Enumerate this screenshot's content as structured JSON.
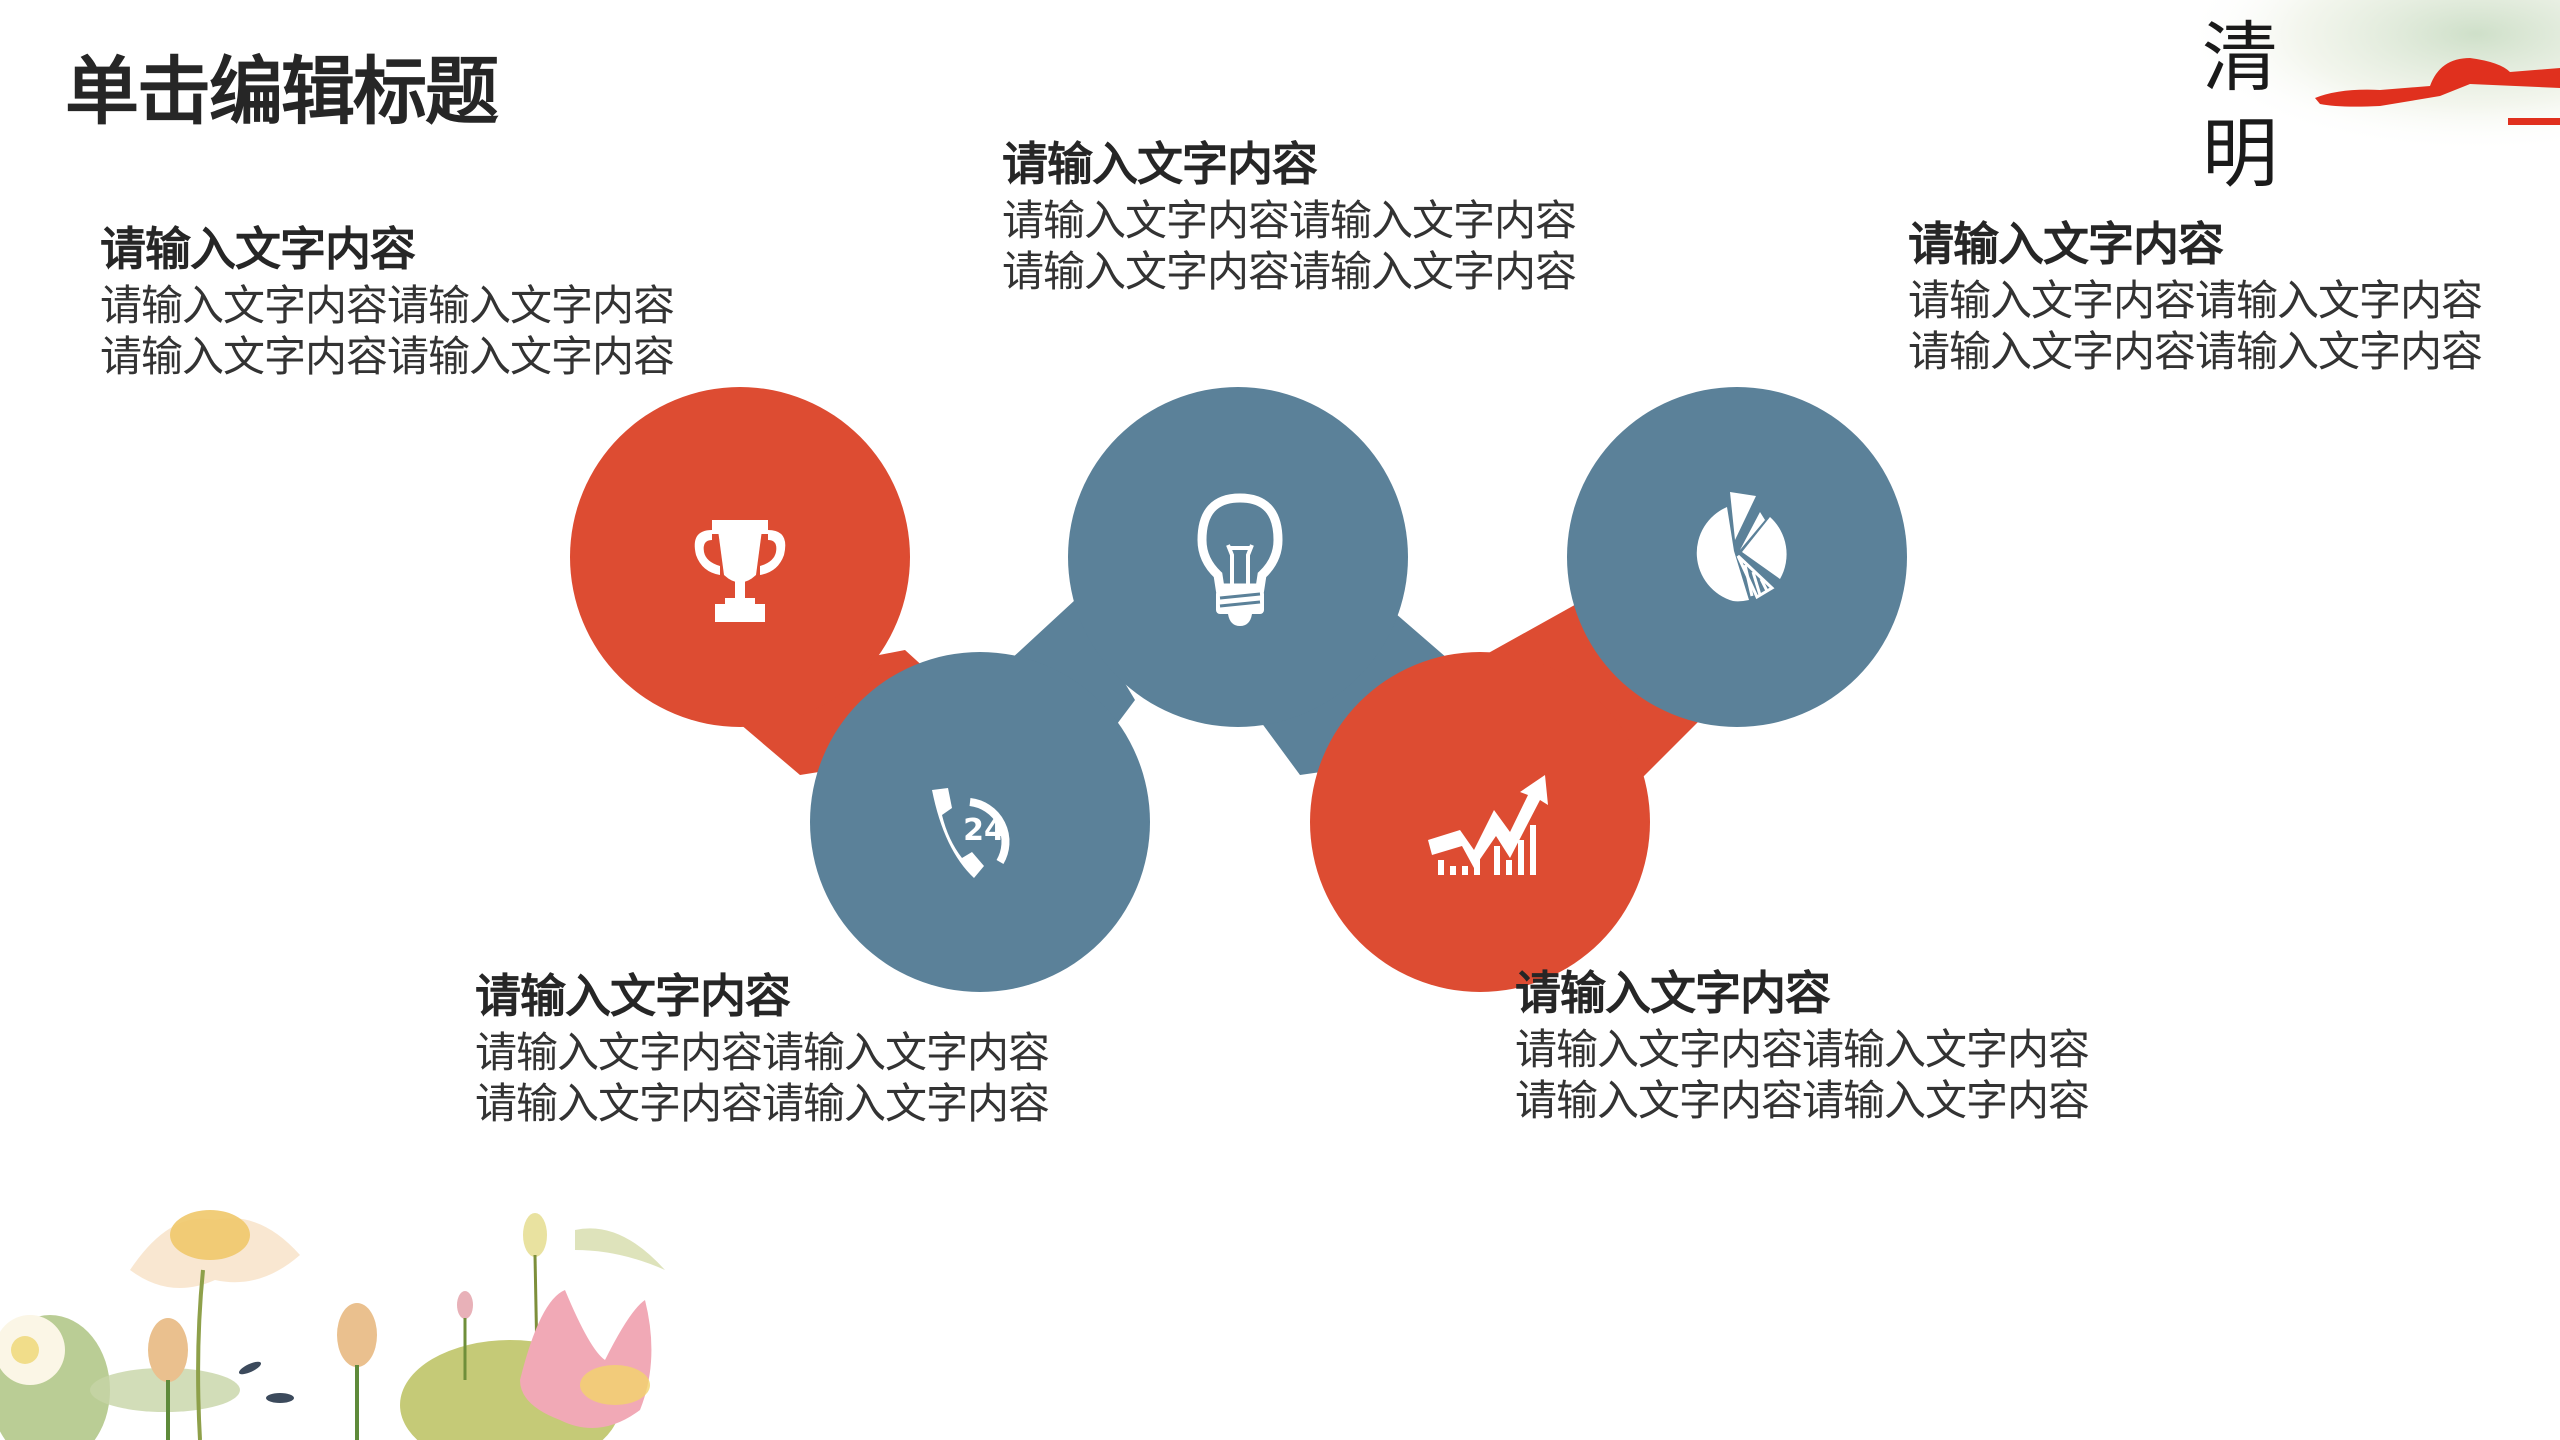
{
  "slide": {
    "title": "单击编辑标题",
    "decoration_text": [
      "清",
      "明"
    ]
  },
  "colors": {
    "accent_red": "#dd4c32",
    "accent_blue": "#5b8199",
    "text": "#262626"
  },
  "steps": [
    {
      "heading": "请输入文字内容",
      "lines": [
        "请输入文字内容请输入文字内容",
        "请输入文字内容请输入文字内容"
      ],
      "icon": "trophy-icon",
      "color": "red"
    },
    {
      "heading": "请输入文字内容",
      "lines": [
        "请输入文字内容请输入文字内容",
        "请输入文字内容请输入文字内容"
      ],
      "icon": "phone-24-icon",
      "color": "blue"
    },
    {
      "heading": "请输入文字内容",
      "lines": [
        "请输入文字内容请输入文字内容",
        "请输入文字内容请输入文字内容"
      ],
      "icon": "lightbulb-icon",
      "color": "blue"
    },
    {
      "heading": "请输入文字内容",
      "lines": [
        "请输入文字内容请输入文字内容",
        "请输入文字内容请输入文字内容"
      ],
      "icon": "growth-chart-icon",
      "color": "red"
    },
    {
      "heading": "请输入文字内容",
      "lines": [
        "请输入文字内容请输入文字内容",
        "请输入文字内容请输入文字内容"
      ],
      "icon": "pie-chart-icon",
      "color": "blue"
    }
  ]
}
